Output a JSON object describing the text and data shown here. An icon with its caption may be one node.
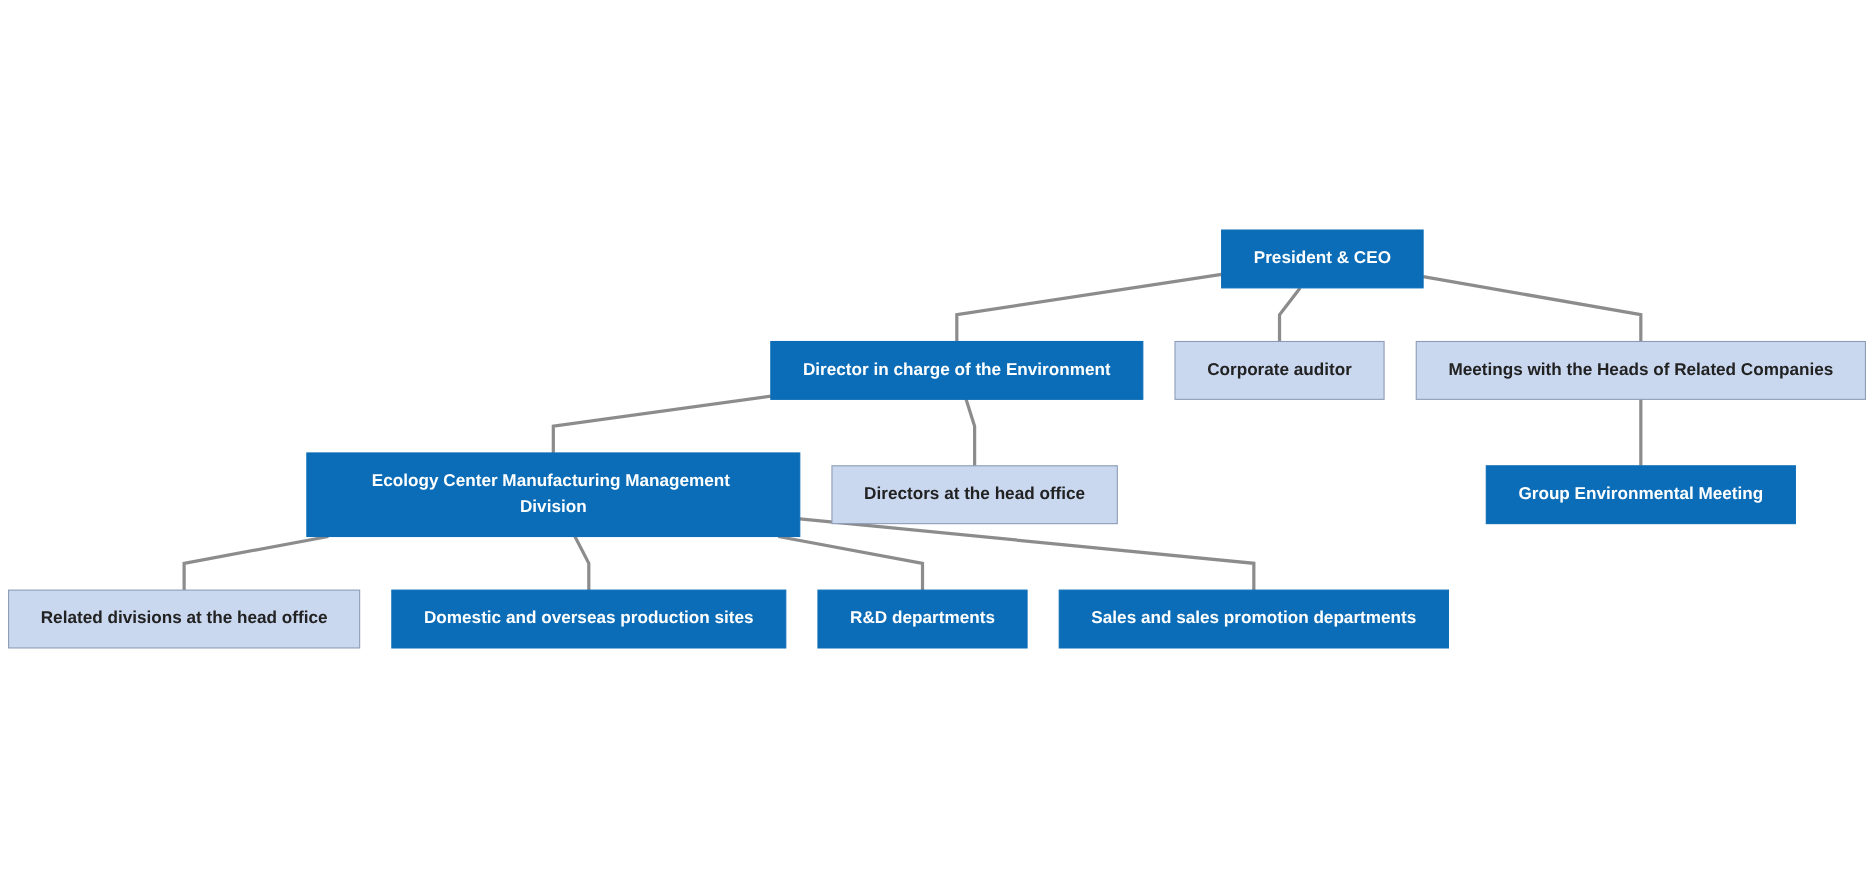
{
  "diagram": {
    "nodes": [
      {
        "text": [
          "President & CEO"
        ]
      },
      {
        "text": [
          "Meetings with the Heads of Related Companies"
        ]
      },
      {
        "text": [
          "Group Environmental Meeting"
        ]
      },
      {
        "text": [
          "Corporate auditor"
        ]
      },
      {
        "text": [
          "Director in charge of the Environment"
        ]
      },
      {
        "text": [
          "Directors at the head office"
        ]
      },
      {
        "text": [
          "Ecology Center Manufacturing Management Division"
        ]
      },
      {
        "text": [
          "Related divisions at the head office"
        ]
      },
      {
        "text": [
          "Domestic and overseas production sites"
        ]
      },
      {
        "text": [
          "R&D departments"
        ]
      },
      {
        "text": [
          "Sales and sales promotion departments"
        ]
      }
    ],
    "edges": [
      {
        "from": 0,
        "to": 1,
        "arrow": "none"
      },
      {
        "from": 1,
        "to": 2,
        "arrow": "none"
      },
      {
        "from": 0,
        "to": 3,
        "arrow": "none"
      },
      {
        "from": 0,
        "to": 4,
        "arrow": "none"
      },
      {
        "from": 4,
        "to": 5,
        "arrow": "none"
      },
      {
        "from": 4,
        "to": 6,
        "arrow": "none"
      },
      {
        "from": 6,
        "to": 7,
        "arrow": "none"
      },
      {
        "from": 6,
        "to": 8,
        "arrow": "none"
      },
      {
        "from": 6,
        "to": 9,
        "arrow": "none"
      },
      {
        "from": 6,
        "to": 10,
        "arrow": "none"
      }
    ]
  }
}
